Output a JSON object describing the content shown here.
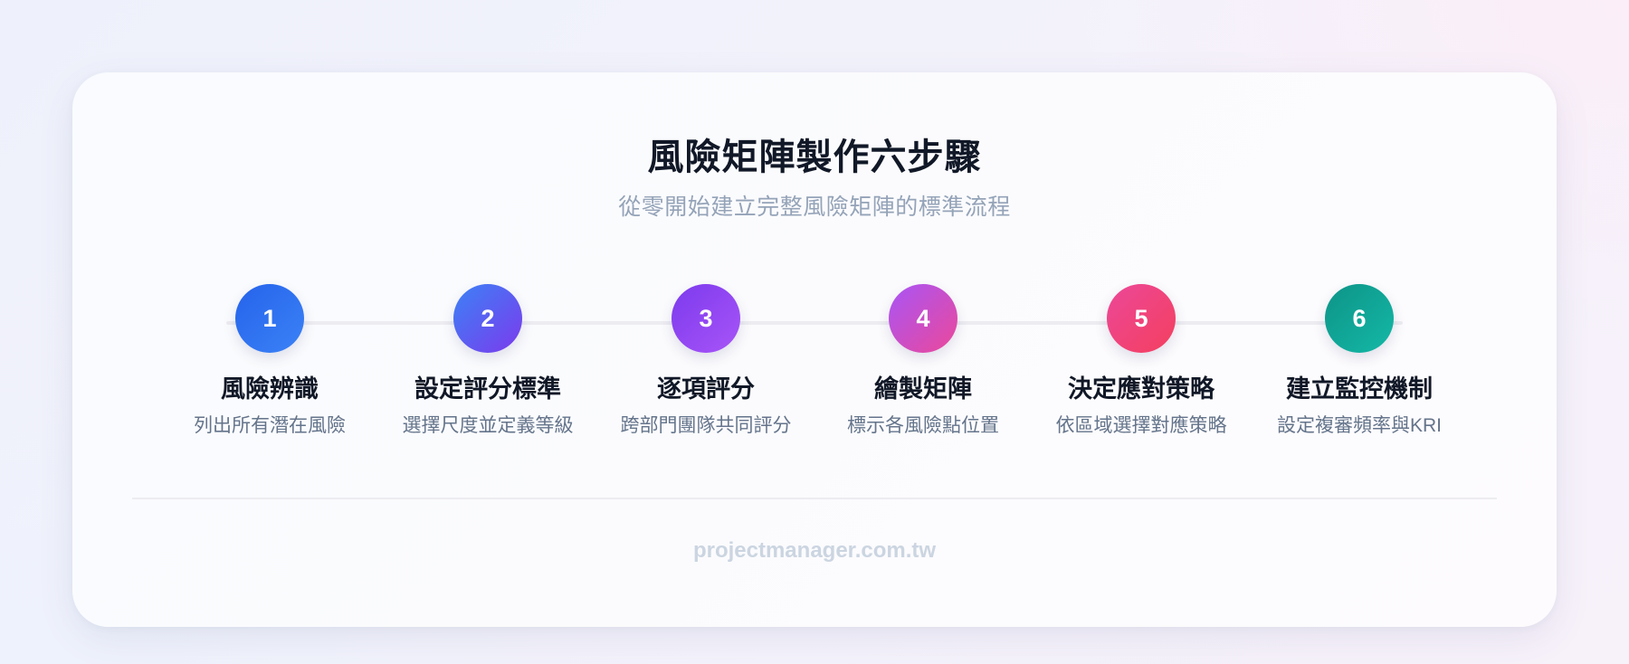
{
  "header": {
    "title": "風險矩陣製作六步驟",
    "subtitle": "從零開始建立完整風險矩陣的標準流程"
  },
  "steps": [
    {
      "number": "1",
      "title": "風險辨識",
      "description": "列出所有潛在風險",
      "gradient_from": "#2563eb",
      "gradient_to": "#3b82f6"
    },
    {
      "number": "2",
      "title": "設定評分標準",
      "description": "選擇尺度並定義等級",
      "gradient_from": "#3b82f6",
      "gradient_to": "#7c3aed"
    },
    {
      "number": "3",
      "title": "逐項評分",
      "description": "跨部門團隊共同評分",
      "gradient_from": "#7c3aed",
      "gradient_to": "#a855f7"
    },
    {
      "number": "4",
      "title": "繪製矩陣",
      "description": "標示各風險點位置",
      "gradient_from": "#a855f7",
      "gradient_to": "#ec4899"
    },
    {
      "number": "5",
      "title": "決定應對策略",
      "description": "依區域選擇對應策略",
      "gradient_from": "#ec4899",
      "gradient_to": "#f43f5e"
    },
    {
      "number": "6",
      "title": "建立監控機制",
      "description": "設定複審頻率與KRI",
      "gradient_from": "#0d9488",
      "gradient_to": "#14b8a6"
    }
  ],
  "footer": {
    "website": "projectmanager.com.tw"
  }
}
